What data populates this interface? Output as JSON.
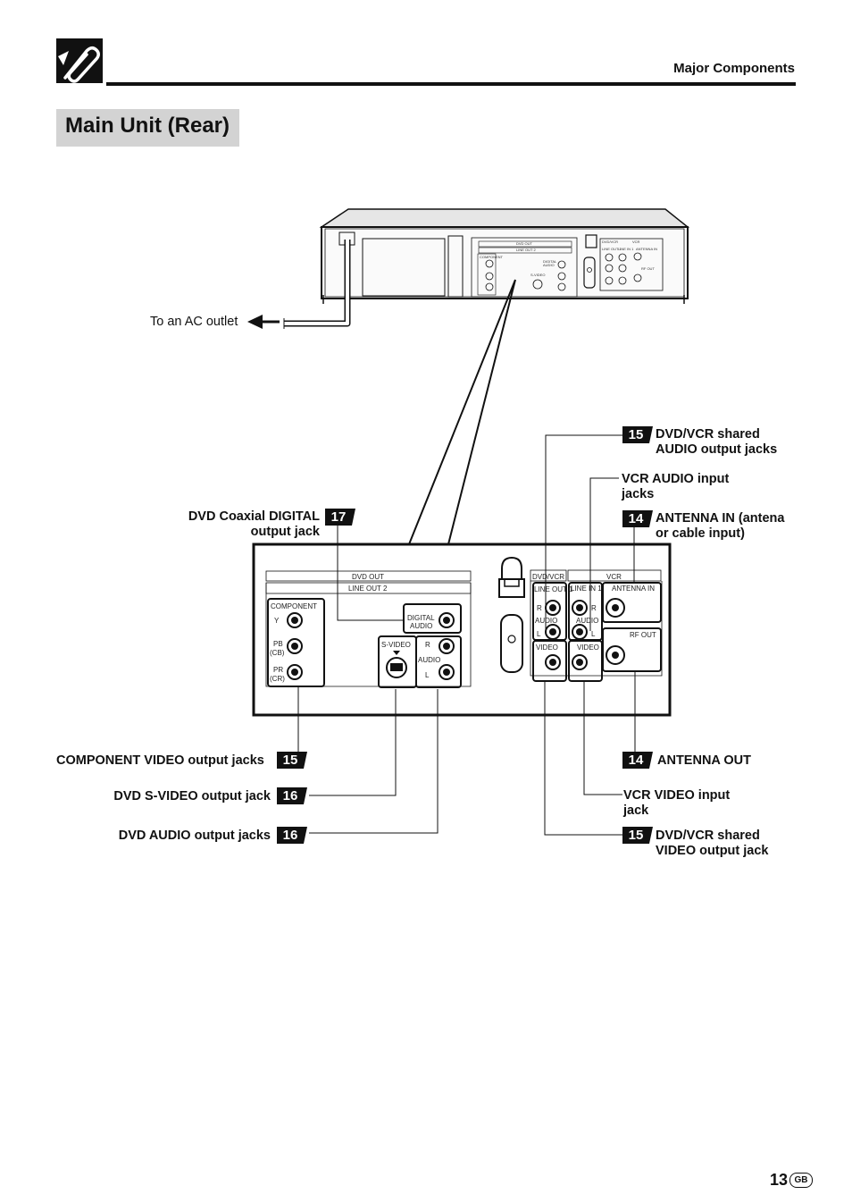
{
  "header": {
    "section": "Major Components"
  },
  "title": "Main Unit (Rear)",
  "ac_label": "To an AC outlet",
  "callouts": {
    "audio_out": {
      "num": "15",
      "line1": "DVD/VCR shared",
      "line2": "AUDIO output jacks"
    },
    "vcr_audio_in": {
      "line1": "VCR AUDIO input",
      "line2": "jacks"
    },
    "antenna_in": {
      "num": "14",
      "line1": "ANTENNA IN (antena",
      "line2": "or cable input)"
    },
    "coax": {
      "num": "17",
      "line1": "DVD Coaxial DIGITAL",
      "line2": "output jack"
    },
    "component": {
      "num": "15",
      "text": "COMPONENT VIDEO output jacks"
    },
    "svideo": {
      "num": "16",
      "text": "DVD S-VIDEO output jack"
    },
    "dvd_audio": {
      "num": "16",
      "text": "DVD AUDIO output jacks"
    },
    "antenna_out": {
      "num": "14",
      "text": "ANTENNA OUT"
    },
    "vcr_video_in": {
      "line1": "VCR VIDEO input",
      "line2": "jack"
    },
    "video_out": {
      "num": "15",
      "line1": "DVD/VCR shared",
      "line2": "VIDEO output jack"
    }
  },
  "panel": {
    "dvd_out": "DVD OUT",
    "line_out_2": "LINE OUT 2",
    "component": "COMPONENT",
    "y": "Y",
    "pb": "PB",
    "cb": "(CB)",
    "pr": "PR",
    "cr": "(CR)",
    "digital": "DIGITAL",
    "audio": "AUDIO",
    "svideo": "S-VIDEO",
    "r": "R",
    "l": "L",
    "dvd_vcr": "DVD/VCR",
    "vcr": "VCR",
    "line_out_1": "LINE OUT 1",
    "line_in_1": "LINE IN 1",
    "video": "VIDEO",
    "antenna_in": "ANTENNA IN",
    "rf_out": "RF OUT"
  },
  "page_number": "13",
  "region": "GB"
}
